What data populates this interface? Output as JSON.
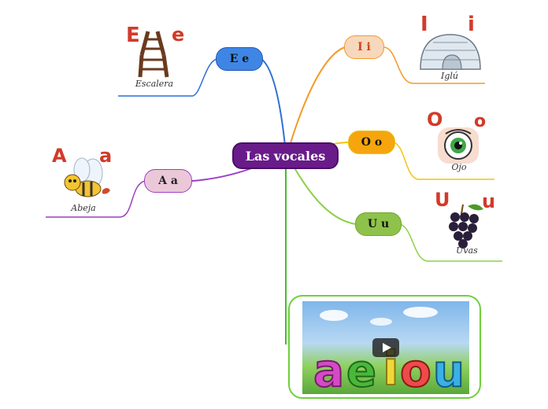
{
  "center": {
    "label": "Las vocales"
  },
  "branches": {
    "e": {
      "label": "E e",
      "big_upper": "E",
      "big_lower": "e",
      "caption": "Escalera"
    },
    "a": {
      "label": "A a",
      "big_upper": "A",
      "big_lower": "a",
      "caption": "Abeja"
    },
    "i": {
      "label": "I i",
      "big_upper": "I",
      "big_lower": "i",
      "caption": "Iglú"
    },
    "o": {
      "label": "O o",
      "big_upper": "O",
      "big_lower": "o",
      "caption": "Ojo"
    },
    "u": {
      "label": "U u",
      "big_upper": "U",
      "big_lower": "u",
      "caption": "Uvas"
    }
  },
  "video": {
    "letters": [
      "a",
      "e",
      "i",
      "o",
      "u"
    ]
  },
  "colors": {
    "center": "#6a1b8a",
    "e": "#2f6fd6",
    "a": "#9c3fc4",
    "i": "#f39a2a",
    "o": "#f2c40f",
    "u": "#8cd048",
    "video": "#3fbf2a"
  },
  "icons": [
    "ladder-icon",
    "bee-icon",
    "igloo-icon",
    "eye-icon",
    "grapes-icon",
    "play-icon"
  ]
}
